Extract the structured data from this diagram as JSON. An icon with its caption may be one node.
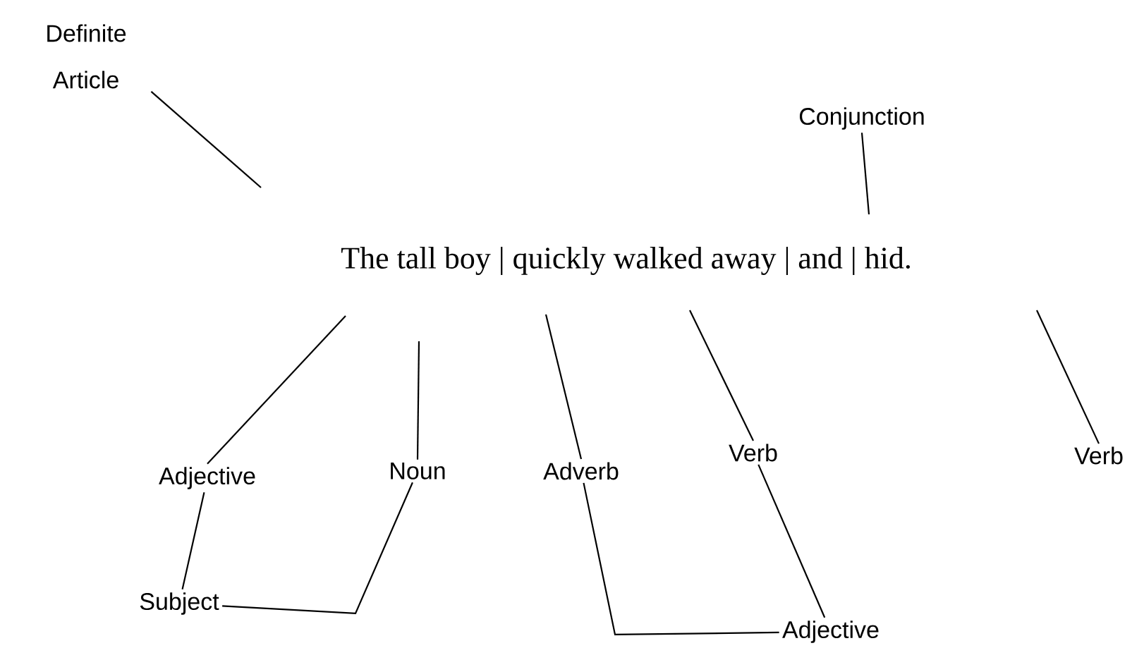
{
  "diagram": {
    "nodes": [
      {
        "text": [
          "Definite Article"
        ]
      },
      {
        "text": [
          "Conjunction"
        ]
      },
      {
        "text": [
          "The tall boy | quickly walked away | and | hid."
        ]
      },
      {
        "text": [
          "Adjective"
        ]
      },
      {
        "text": [
          "Noun"
        ]
      },
      {
        "text": [
          "Adverb"
        ]
      },
      {
        "text": [
          "Verb"
        ]
      },
      {
        "text": [
          "Verb"
        ]
      },
      {
        "text": [
          "Subject"
        ]
      },
      {
        "text": [
          "Adjective"
        ]
      }
    ],
    "edges": [
      {
        "from": 0,
        "to": null,
        "arrow": "none"
      },
      {
        "from": 1,
        "to": null,
        "arrow": "none"
      },
      {
        "from": 3,
        "to": null,
        "arrow": "none"
      },
      {
        "from": 4,
        "to": null,
        "arrow": "none"
      },
      {
        "from": 5,
        "to": null,
        "arrow": "none"
      },
      {
        "from": 6,
        "to": null,
        "arrow": "none"
      },
      {
        "from": 7,
        "to": null,
        "arrow": "none"
      },
      {
        "from": 3,
        "to": 8,
        "arrow": "none"
      },
      {
        "from": 4,
        "to": 8,
        "arrow": "none"
      },
      {
        "from": 5,
        "to": 9,
        "arrow": "none"
      },
      {
        "from": 6,
        "to": 9,
        "arrow": "none"
      }
    ]
  }
}
